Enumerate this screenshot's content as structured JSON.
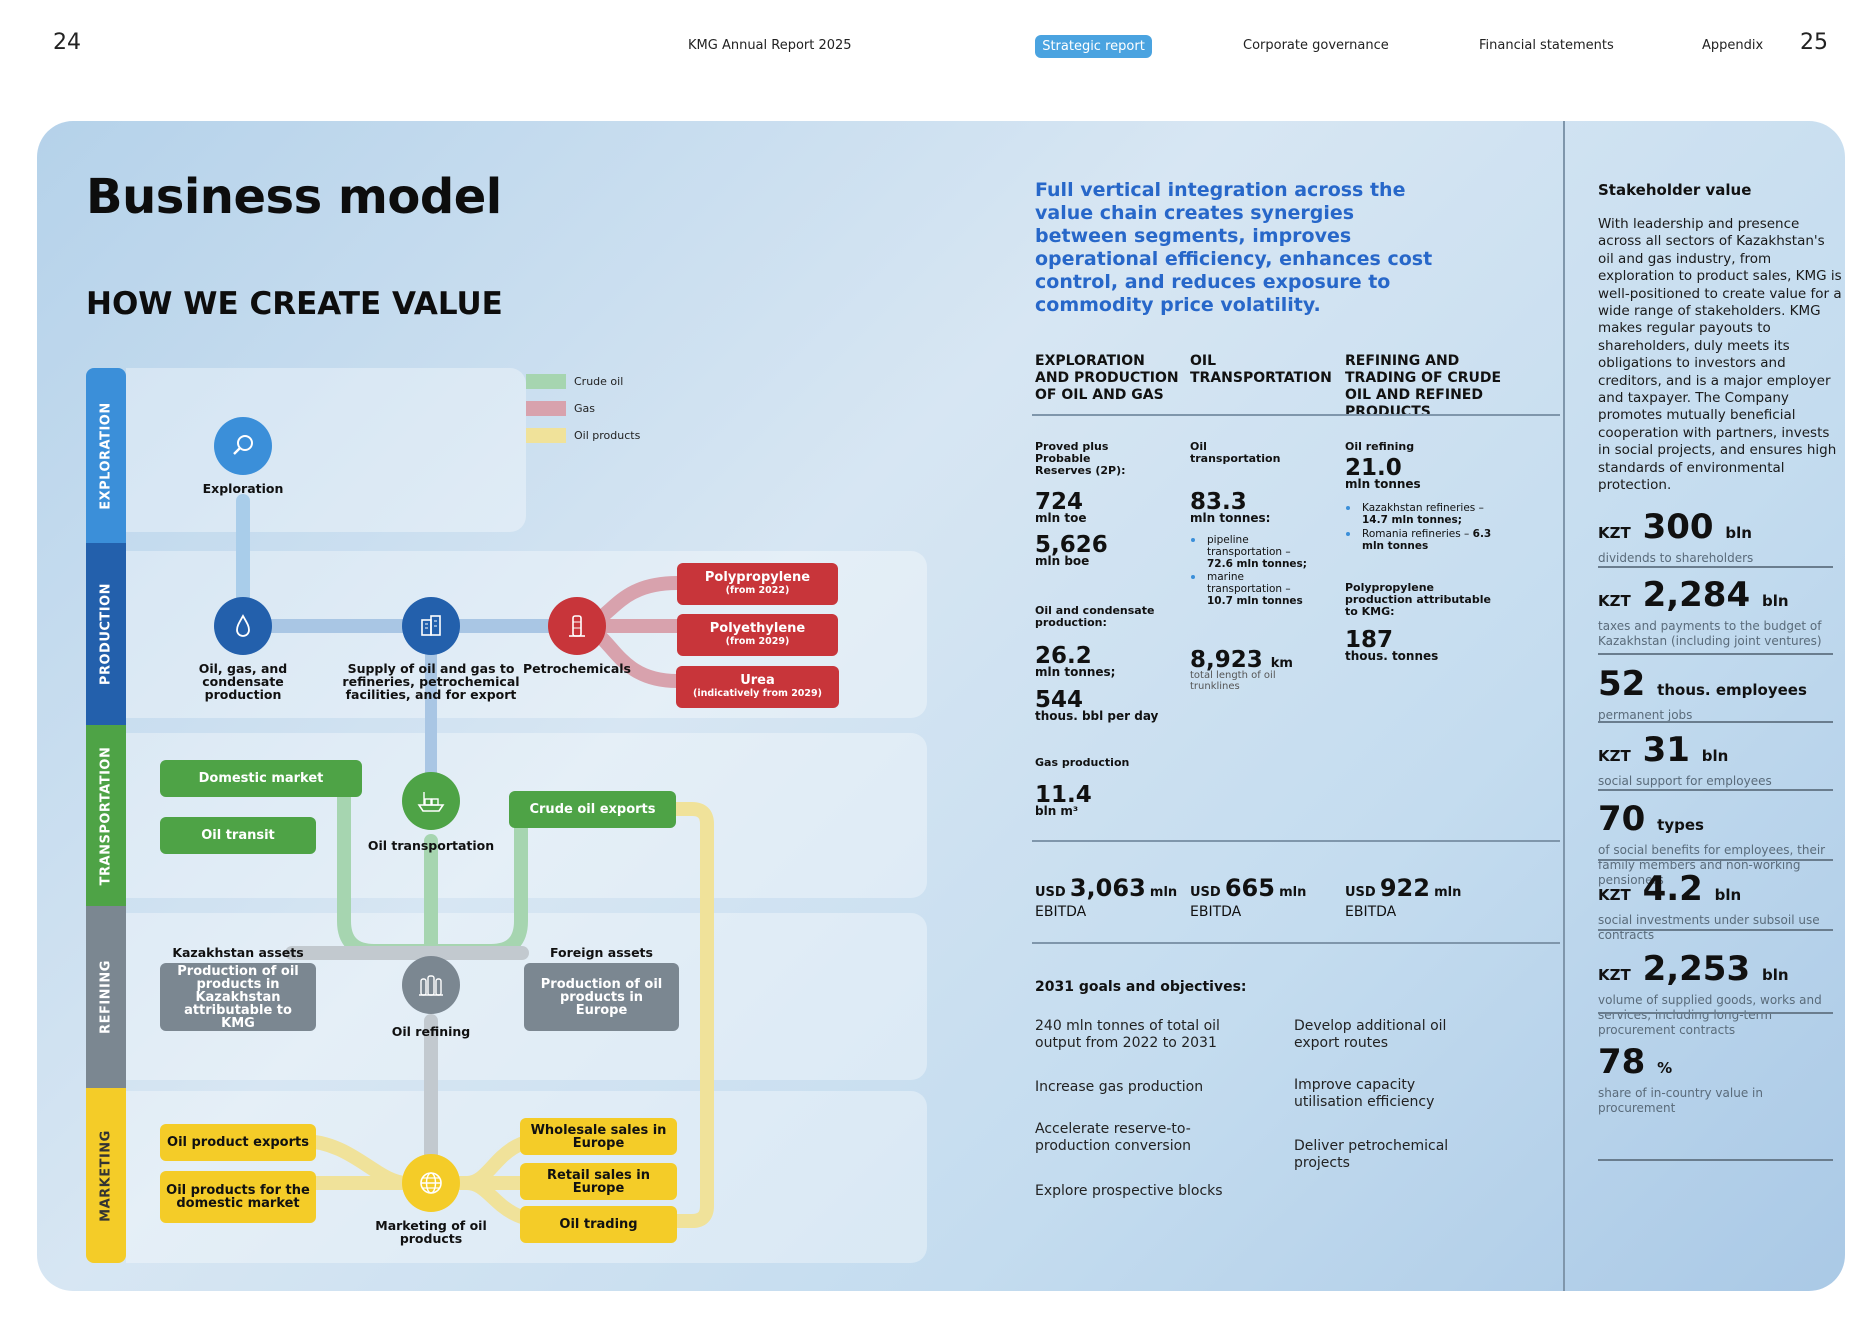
{
  "header": {
    "page_left": "24",
    "page_right": "25",
    "report": "KMG Annual Report 2025",
    "tab_active": "Strategic report",
    "tab_gov": "Corporate governance",
    "tab_fin": "Financial statements",
    "tab_app": "Appendix"
  },
  "title": "Business model",
  "subtitle": "HOW WE CREATE VALUE",
  "colors": {
    "accent": "#4aa3e0",
    "crude": "#a6d5b0",
    "gas": "#d8a2ad",
    "oilprod": "#f0e29a",
    "exploration": "#3b8fd9",
    "production": "#2360ac",
    "transportation": "#4ea346",
    "refining": "#7b8791",
    "marketing": "#f4cc28"
  },
  "legend": {
    "crude": "Crude oil",
    "gas": "Gas",
    "oil_products": "Oil products"
  },
  "stages": {
    "exploration": "EXPLORATION",
    "production": "PRODUCTION",
    "transportation": "TRANSPORTATION",
    "refining": "REFINING",
    "marketing": "MARKETING"
  },
  "diagram": {
    "exploration": "Exploration",
    "production_node": "Oil, gas, and condensate production",
    "supply": "Supply of oil and gas to refineries, petrochemical facilities, and for export",
    "petrochemicals": "Petrochemicals",
    "polypropylene": "Polypropylene",
    "polypropylene_note": "(from 2022)",
    "polyethylene": "Polyethylene",
    "polyethylene_note": "(from 2029)",
    "urea": "Urea",
    "urea_note": "(indicatively from 2029)",
    "domestic_market": "Domestic market",
    "oil_transit": "Oil transit",
    "oil_transportation": "Oil transportation",
    "crude_exports": "Crude oil exports",
    "kz_assets": "Kazakhstan assets",
    "foreign_assets": "Foreign assets",
    "prod_kz": "Production of oil products in Kazakhstan attributable to KMG",
    "prod_eu": "Production of oil products in Europe",
    "oil_refining": "Oil refining",
    "oil_product_exports": "Oil product exports",
    "products_domestic": "Oil products for the domestic market",
    "marketing": "Marketing of oil products",
    "wholesale": "Wholesale sales in Europe",
    "retail": "Retail sales in Europe",
    "trading": "Oil trading"
  },
  "lead": "Full vertical integration across the value chain creates synergies between segments, improves operational efficiency, enhances cost control, and reduces exposure to commodity price volatility.",
  "columns": {
    "c1": {
      "head": "EXPLORATION AND PRODUCTION OF OIL AND GAS",
      "res_label": "Proved plus Probable Reserves (2P):",
      "v1": "724",
      "u1": "mln toe",
      "v2": "5,626",
      "u2": "mln boe",
      "cond_label": "Oil and condensate production:",
      "v3": "26.2",
      "u3": "mln tonnes;",
      "v4": "544",
      "u4": "thous. bbl per day",
      "gas_label": "Gas production",
      "v5": "11.4",
      "u5": "bln m³",
      "ebitda_cur": "USD",
      "ebitda_val": "3,063",
      "ebitda_unit": "mln",
      "ebitda": "EBITDA"
    },
    "c2": {
      "head": "OIL TRANSPORTATION",
      "label": "Oil transportation",
      "v1": "83.3",
      "u1": "mln tonnes:",
      "b1": "pipeline transportation –",
      "b1v": "72.6 mln tonnes;",
      "b2": "marine transportation –",
      "b2v": "10.7 mln tonnes",
      "v2": "8,923",
      "u2": "km",
      "u2d": "total length of oil trunklines",
      "ebitda_cur": "USD",
      "ebitda_val": "665",
      "ebitda_unit": "mln",
      "ebitda": "EBITDA"
    },
    "c3": {
      "head": "REFINING AND TRADING OF CRUDE OIL AND REFINED PRODUCTS",
      "label": "Oil refining",
      "v1": "21.0",
      "u1": "mln tonnes",
      "b1": "Kazakhstan refineries –",
      "b1v": "14.7 mln tonnes;",
      "b2": "Romania refineries –",
      "b2v": "6.3 mln tonnes",
      "pp_label": "Polypropylene production attributable to KMG:",
      "v2": "187",
      "u2": "thous. tonnes",
      "ebitda_cur": "USD",
      "ebitda_val": "922",
      "ebitda_unit": "mln",
      "ebitda": "EBITDA"
    }
  },
  "goals": {
    "head": "2031 goals and objectives:",
    "g1": "240 mln tonnes of total oil output from 2022 to 2031",
    "g2": "Increase gas production",
    "g3": "Accelerate reserve-to-production conversion",
    "g4": "Explore prospective blocks",
    "g5": "Develop additional oil export routes",
    "g6": "Improve capacity utilisation efficiency",
    "g7": "Deliver petrochemical projects"
  },
  "stakeholder": {
    "head": "Stakeholder value",
    "text": "With leadership and presence across all sectors of Kazakhstan's oil and gas industry, from exploration to product sales, KMG is well-positioned to create value for a wide range of stakeholders. KMG makes regular payouts to shareholders, duly meets its obligations to investors and creditors, and is a major employer and taxpayer. The Company promotes mutually beneficial cooperation with partners, invests in social projects, and ensures high standards of environmental protection.",
    "kpis": [
      {
        "cur": "KZT",
        "val": "300",
        "unit": "bln",
        "desc": "dividends to shareholders"
      },
      {
        "cur": "KZT",
        "val": "2,284",
        "unit": "bln",
        "desc": "taxes and payments to the budget of Kazakhstan (including joint ventures)"
      },
      {
        "cur": "",
        "val": "52",
        "unit": "thous. employees",
        "desc": "permanent jobs"
      },
      {
        "cur": "KZT",
        "val": "31",
        "unit": "bln",
        "desc": "social support for employees"
      },
      {
        "cur": "",
        "val": "70",
        "unit": "types",
        "desc": "of social benefits for employees, their family members and non-working pensioners"
      },
      {
        "cur": "KZT",
        "val": "4.2",
        "unit": "bln",
        "desc": "social investments under subsoil use contracts"
      },
      {
        "cur": "KZT",
        "val": "2,253",
        "unit": "bln",
        "desc": "volume of supplied goods, works and services, including long-term procurement contracts"
      },
      {
        "cur": "",
        "val": "78",
        "unit": "%",
        "desc": "share of in-country value in procurement"
      }
    ]
  }
}
